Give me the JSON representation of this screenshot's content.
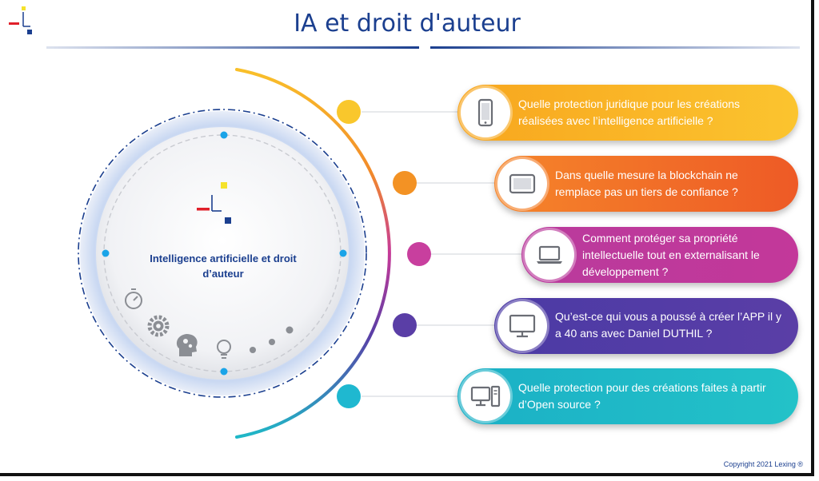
{
  "header": {
    "title": "IA et droit d'auteur"
  },
  "center": {
    "label": "Intelligence artificielle et droit d’auteur"
  },
  "items": [
    {
      "text": "Quelle protection juridique pour les créations réalisées avec l’intelligence artificielle ?",
      "icon": "smartphone-icon",
      "color": "#f9b424"
    },
    {
      "text": "Dans quelle mesure la blockchain ne remplace pas un tiers de confiance ?",
      "icon": "tablet-icon",
      "color": "#f17327"
    },
    {
      "text": "Comment protéger sa propriété intellectuelle tout en externalisant le développement ?",
      "icon": "laptop-icon",
      "color": "#c03a9b"
    },
    {
      "text": "Qu’est-ce qui vous a poussé à créer l’APP il y a 40 ans avec Daniel DUTHIL ?",
      "icon": "monitor-icon",
      "color": "#533ca6"
    },
    {
      "text": "Quelle protection pour des créations faites à partir d’Open source ?",
      "icon": "desktop-computer-icon",
      "color": "#1fb8c7"
    }
  ],
  "footer": {
    "copyright": "Copyright 2021 Lexing ®"
  },
  "colors": {
    "title": "#1b3f8f",
    "accent_red": "#e0202a",
    "accent_yellow": "#f5e22b",
    "accent_navy": "#1b3f8f"
  }
}
